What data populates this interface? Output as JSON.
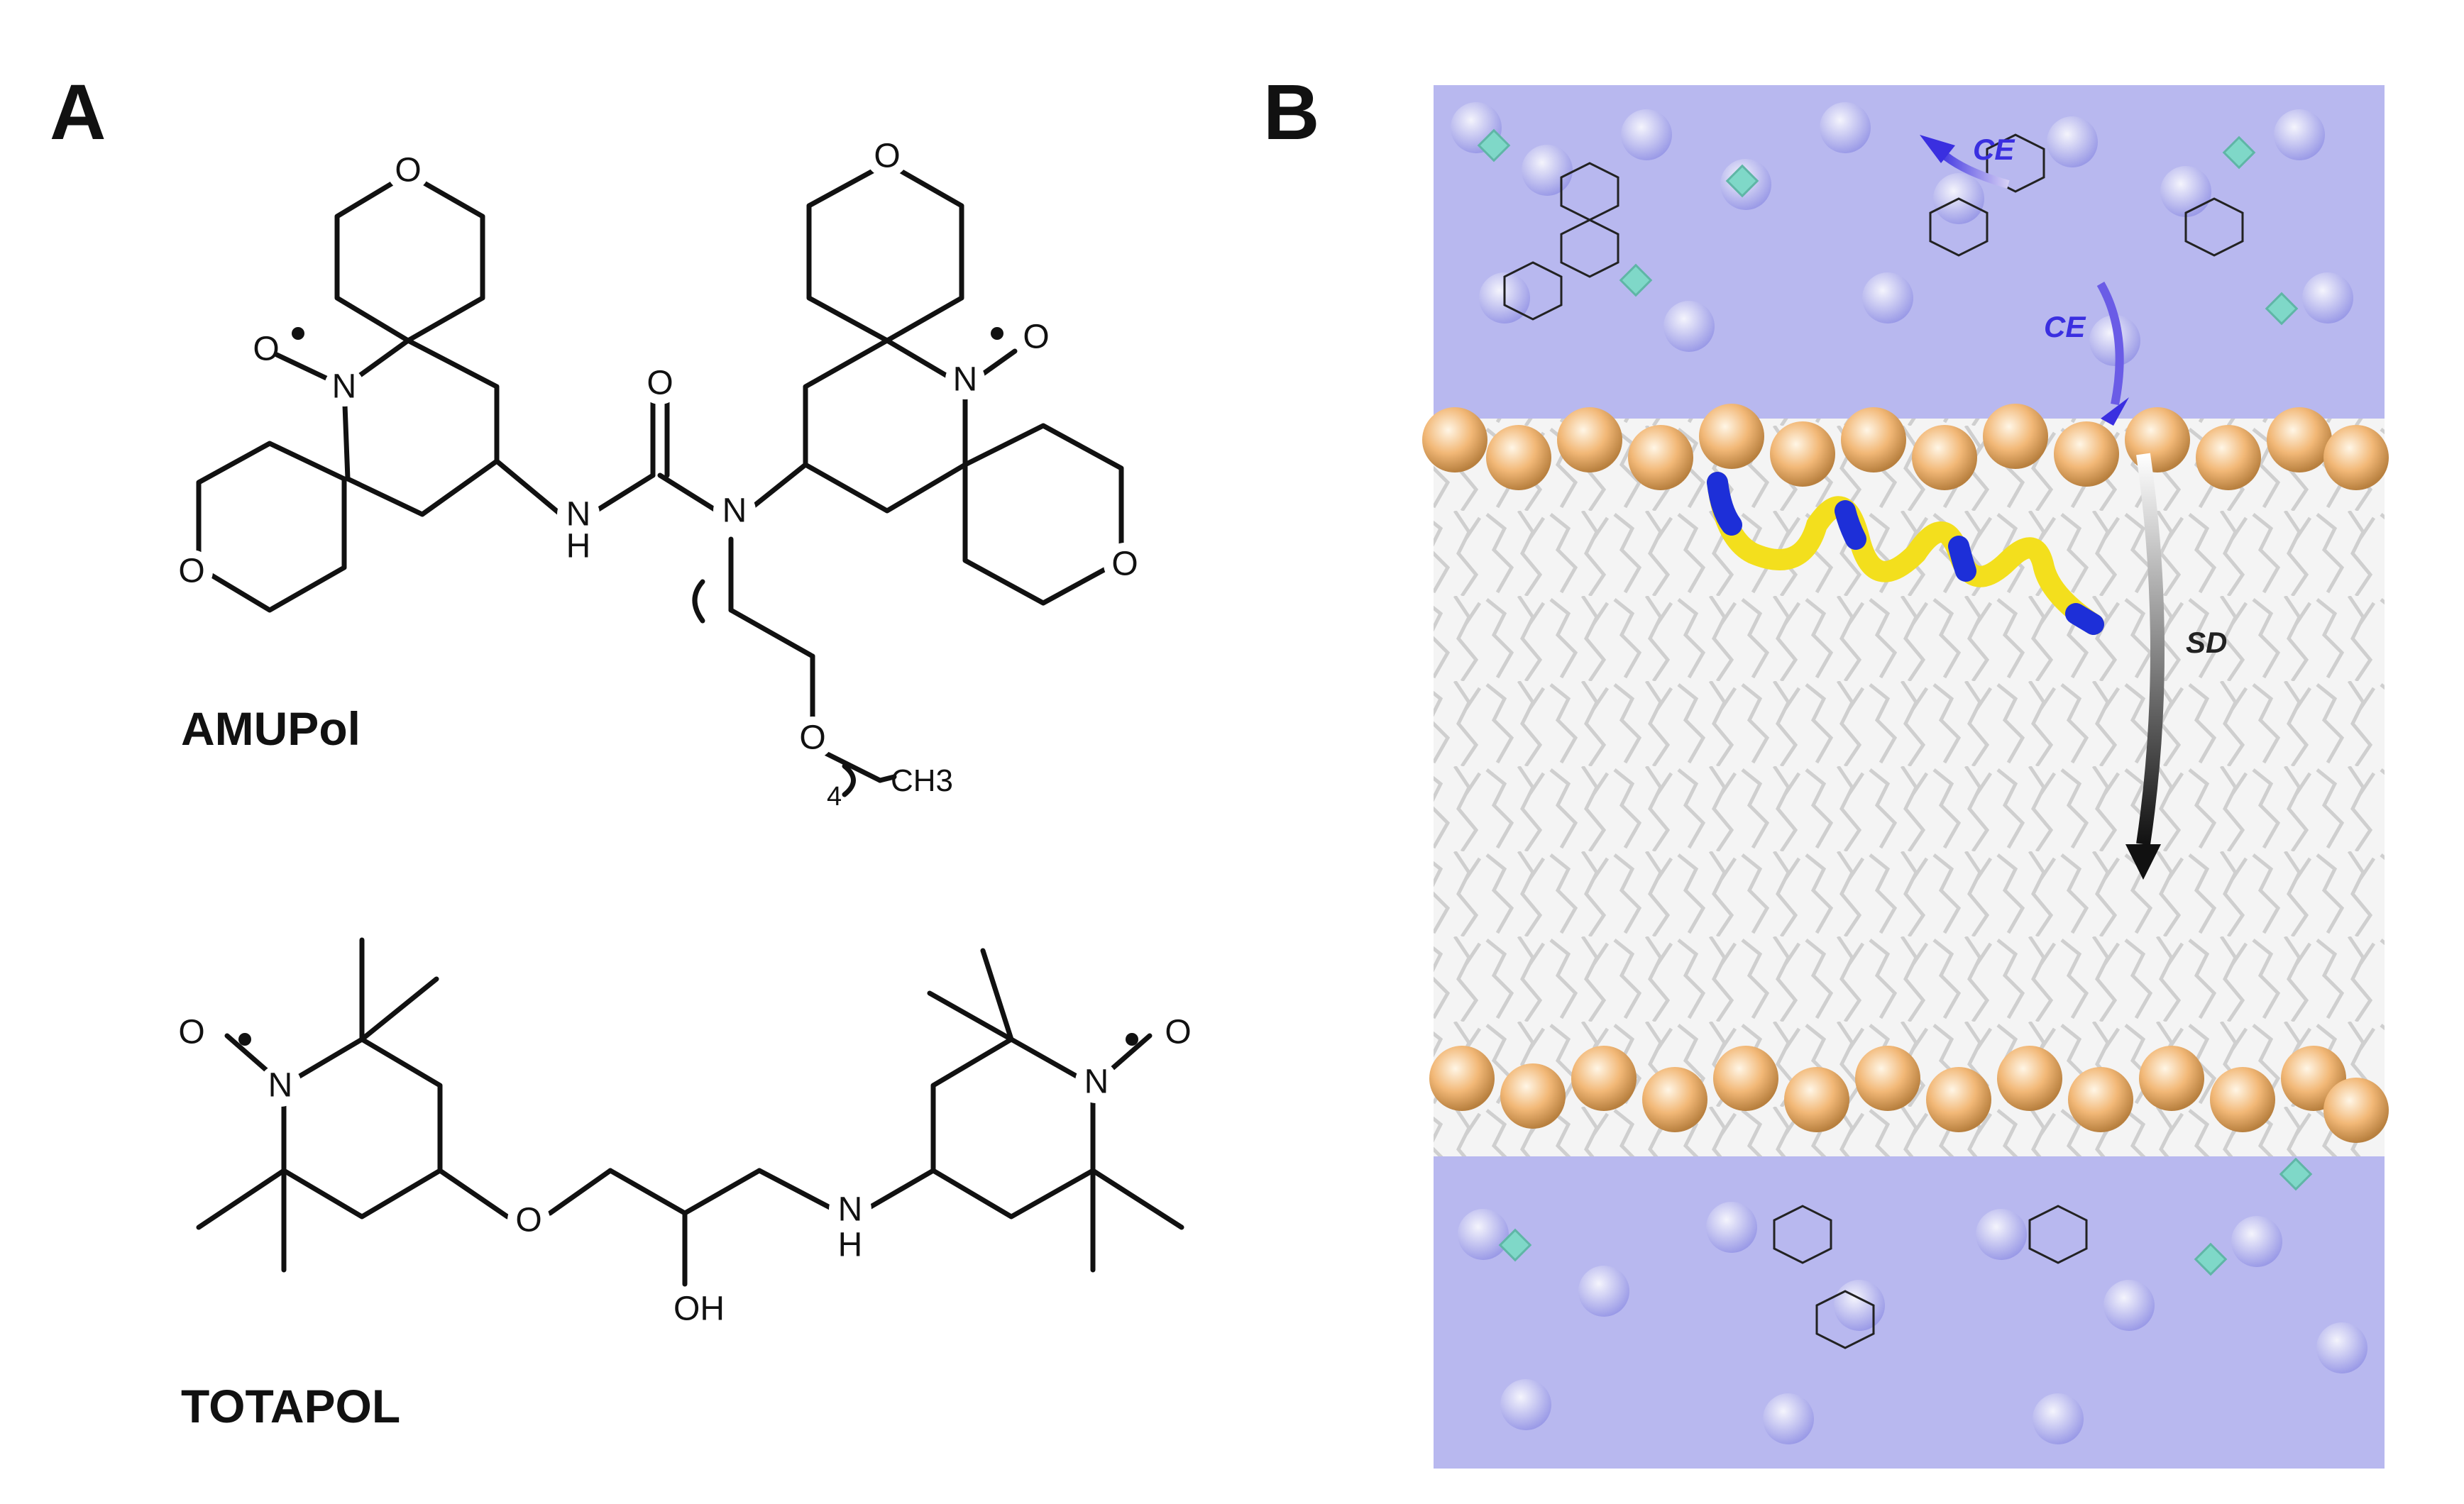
{
  "panels": {
    "a": {
      "letter": "A"
    },
    "b": {
      "letter": "B"
    }
  },
  "molecules": {
    "amupol": {
      "name": "AMUPol",
      "subscript": "4",
      "methyl": "CH3"
    },
    "totapol": {
      "name": "TOTAPOL"
    }
  },
  "atoms": {
    "oxygen": "O",
    "nitrogen": "N",
    "amine": "H",
    "hydroxyl": "OH",
    "nh": "N",
    "nh_h": "H"
  },
  "simulation": {
    "labels": {
      "ce_top": "CE",
      "ce_side": "CE",
      "sd": "SD"
    },
    "colors": {
      "solvent": "#7f7fdc",
      "headgroup": "#f2b877",
      "lipid": "#dcdcdc",
      "helix_yellow": "#f3df1d",
      "helix_blue": "#1d2fd8",
      "ion": "#7fd8c8",
      "ce_arrow": "#4b3be0",
      "sd_arrow": "#222222"
    }
  }
}
